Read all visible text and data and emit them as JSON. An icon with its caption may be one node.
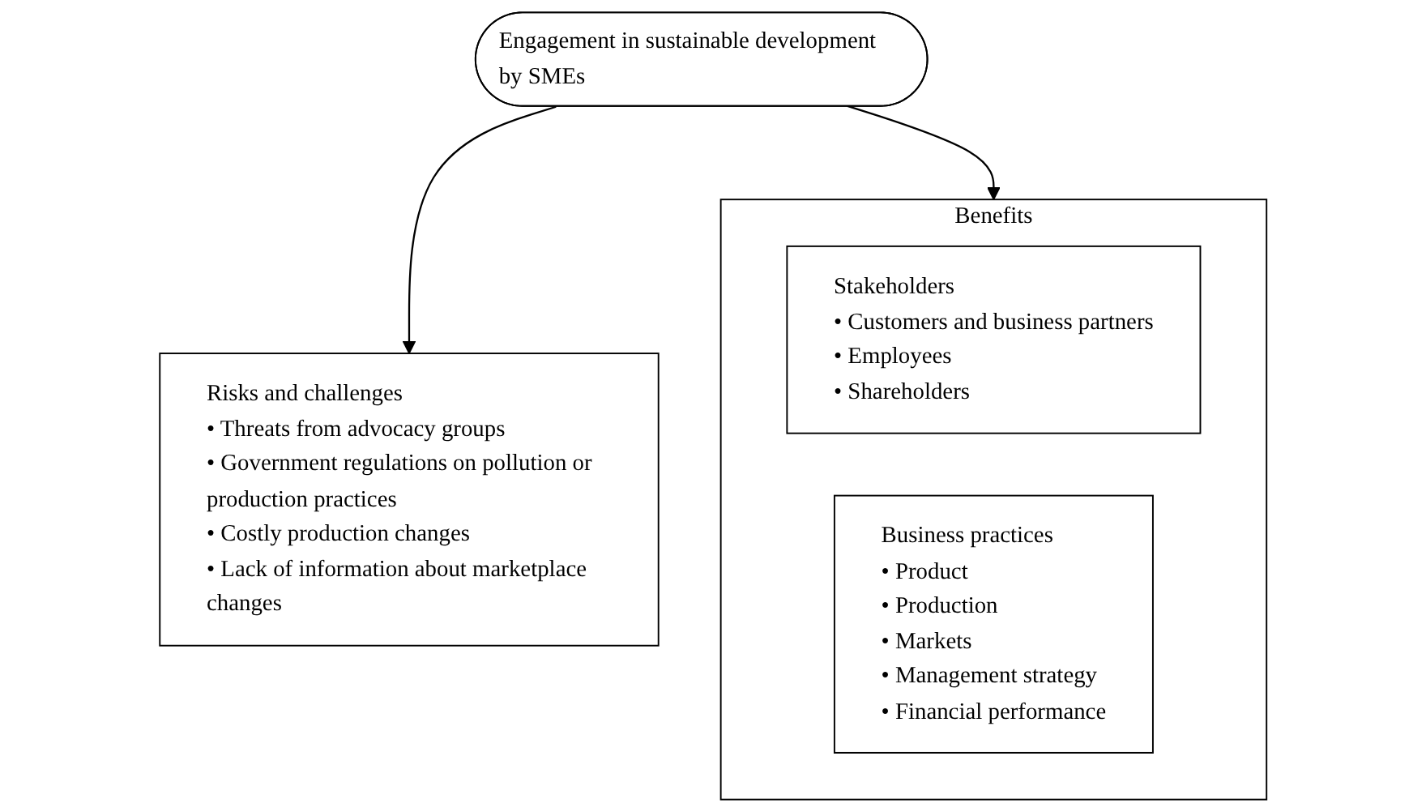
{
  "diagram": {
    "nodes": [
      {
        "text": [
          "Engagement in sustainable development by SMEs"
        ]
      },
      {
        "text": [
          "Benefits"
        ]
      },
      {
        "text": [
          "Stakeholders",
          "• Customers and business partners",
          "• Employees",
          "• Shareholders"
        ],
        "in": 1
      },
      {
        "text": [
          "Business practices",
          "• Product",
          "• Production",
          "• Markets",
          "• Management strategy",
          "• Financial performance"
        ],
        "in": 1
      },
      {
        "text": [
          "Risks and challenges",
          "• Threats from advocacy groups",
          "• Government regulations on pollution or production practices",
          "• Costly production changes",
          "• Lack of information about marketplace changes"
        ]
      }
    ],
    "edges": [
      {
        "from": 0,
        "to": 1,
        "arrow": "to"
      },
      {
        "from": 0,
        "to": 4,
        "arrow": "to"
      }
    ]
  }
}
